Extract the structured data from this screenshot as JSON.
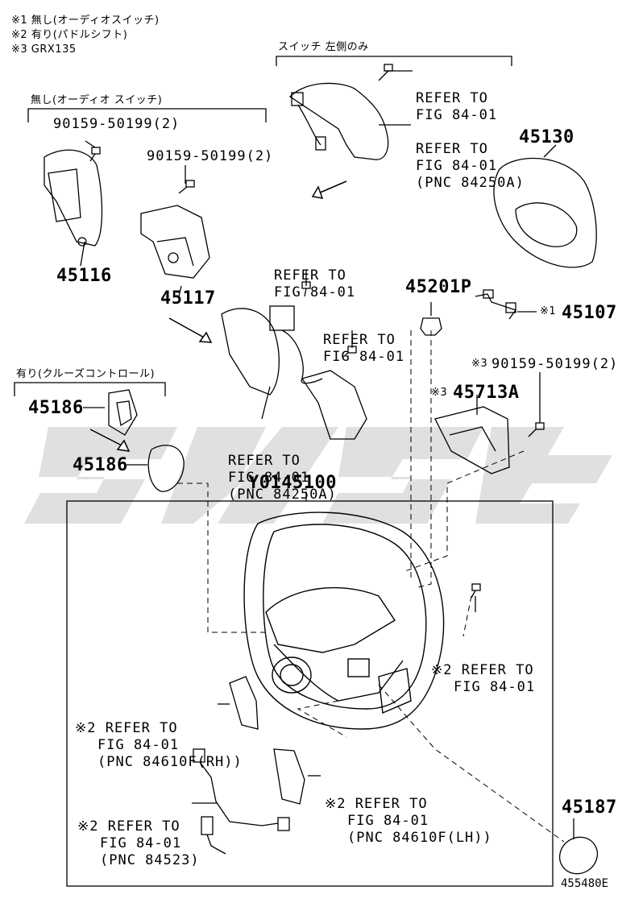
{
  "notes": {
    "n1": "※1 無し(オーディオスイッチ)",
    "n2": "※2 有り(パドルシフト)",
    "n3": "※3 GRX135"
  },
  "groups": {
    "left_only_switch": "スイッチ 左側のみ",
    "no_audio_switch": "無し(オーディオ スイッチ)",
    "with_cruise": "有り(クルーズコントロール)"
  },
  "refs": {
    "r1": [
      "REFER TO",
      "FIG 84-01"
    ],
    "r2": [
      "REFER TO",
      "FIG 84-01",
      "(PNC 84250A)"
    ],
    "r3": [
      "REFER TO",
      "FIG 84-01"
    ],
    "r4": [
      "REFER TO",
      "FIG 84-01"
    ],
    "r5": [
      "REFER TO",
      "FIG 84-01",
      "(PNC 84250A)"
    ],
    "r6": [
      "※2 REFER TO",
      "FIG 84-01"
    ],
    "r7": [
      "※2 REFER TO",
      "FIG 84-01",
      "(PNC 84610F(RH))"
    ],
    "r8": [
      "※2 REFER TO",
      "FIG 84-01",
      "(PNC 84610F(LH))"
    ],
    "r9": [
      "※2 REFER TO",
      "FIG 84-01",
      "(PNC 84523)"
    ]
  },
  "parts": {
    "p45130": "45130",
    "p45116": "45116",
    "p45117": "45117",
    "p45201P": "45201P",
    "p45107": "45107",
    "p45107_mark": "※1",
    "p45186a": "45186",
    "p45186b": "45186",
    "p45713A": "45713A",
    "p45713A_mark": "※3",
    "p45187": "45187",
    "assembly": "Y0145100",
    "bolt_a": "90159-50199(2)",
    "bolt_b": "90159-50199(2)",
    "bolt_c": "90159-50199(2)",
    "bolt_c_mark": "※3"
  },
  "figure_id": "455480E",
  "colors": {
    "line": "#000000",
    "watermark": "#d4d4d4"
  },
  "icons": [
    "bolt-icon",
    "arrow-icon",
    "steering-wheel",
    "airbag-cover",
    "switch-bezel",
    "wire-harness"
  ]
}
